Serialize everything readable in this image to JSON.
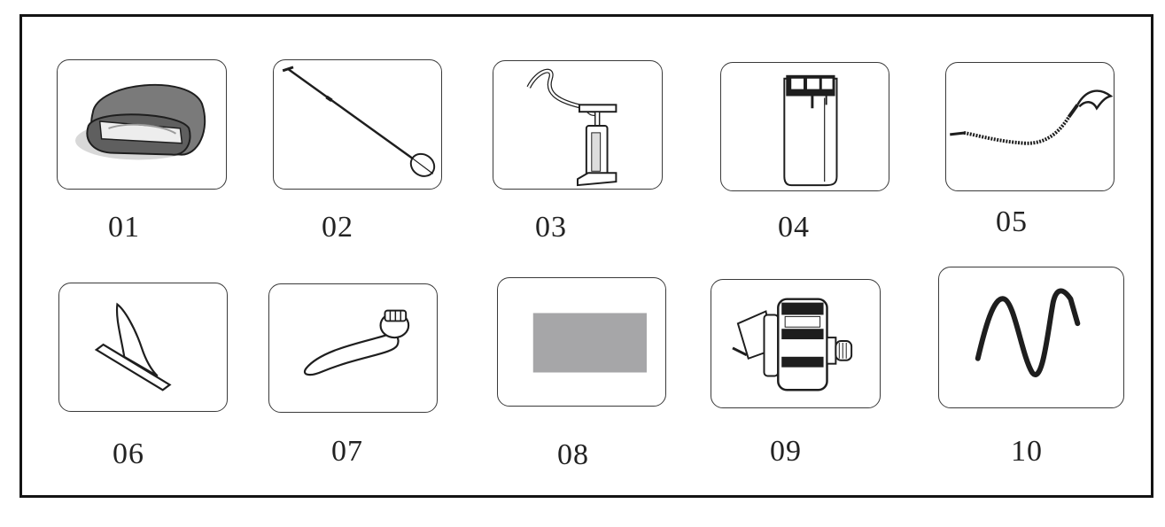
{
  "parts": [
    {
      "number": "01",
      "icon": "bag-icon"
    },
    {
      "number": "02",
      "icon": "paddle-icon"
    },
    {
      "number": "03",
      "icon": "pump-icon"
    },
    {
      "number": "04",
      "icon": "battery-box-icon"
    },
    {
      "number": "05",
      "icon": "leash-icon"
    },
    {
      "number": "06",
      "icon": "fin-icon"
    },
    {
      "number": "07",
      "icon": "valve-wrench-icon"
    },
    {
      "number": "08",
      "icon": "gray-patch-icon"
    },
    {
      "number": "09",
      "icon": "valve-adapter-icon"
    },
    {
      "number": "10",
      "icon": "spring-cord-icon"
    }
  ],
  "colors": {
    "border": "#141414",
    "line": "#1e1e1e",
    "patch": "#a6a6a8",
    "bag_gray": "#777777"
  }
}
